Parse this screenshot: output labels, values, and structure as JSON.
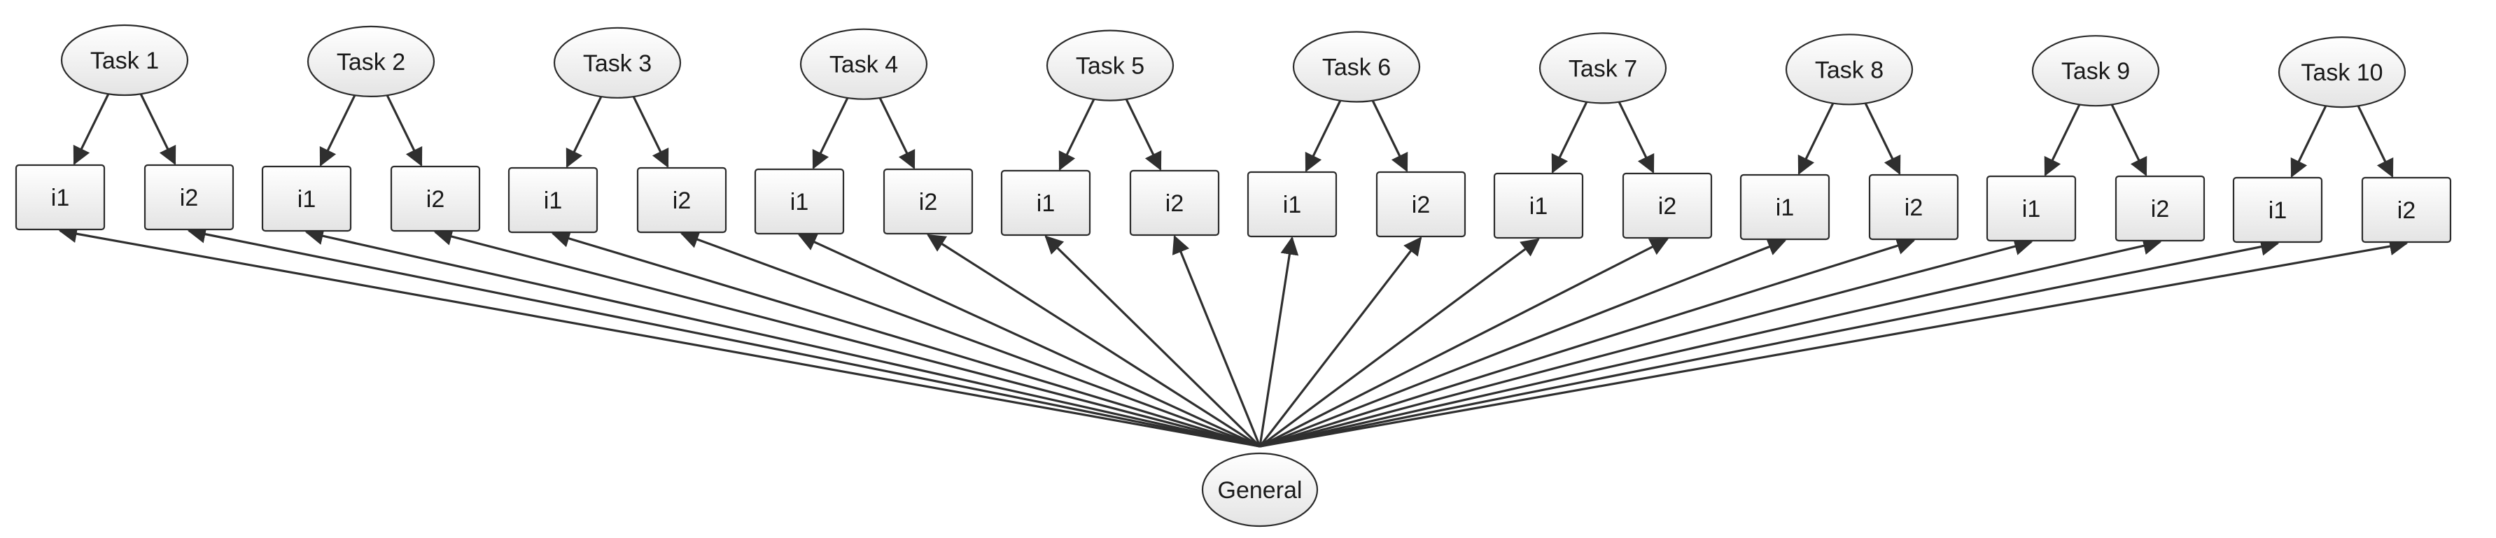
{
  "diagram": {
    "general_label": "General",
    "tasks": [
      {
        "label": "Task 1",
        "items": [
          "i1",
          "i2"
        ]
      },
      {
        "label": "Task 2",
        "items": [
          "i1",
          "i2"
        ]
      },
      {
        "label": "Task 3",
        "items": [
          "i1",
          "i2"
        ]
      },
      {
        "label": "Task 4",
        "items": [
          "i1",
          "i2"
        ]
      },
      {
        "label": "Task 5",
        "items": [
          "i1",
          "i2"
        ]
      },
      {
        "label": "Task 6",
        "items": [
          "i1",
          "i2"
        ]
      },
      {
        "label": "Task 7",
        "items": [
          "i1",
          "i2"
        ]
      },
      {
        "label": "Task 8",
        "items": [
          "i1",
          "i2"
        ]
      },
      {
        "label": "Task 9",
        "items": [
          "i1",
          "i2"
        ]
      },
      {
        "label": "Task 10",
        "items": [
          "i1",
          "i2"
        ]
      }
    ]
  }
}
